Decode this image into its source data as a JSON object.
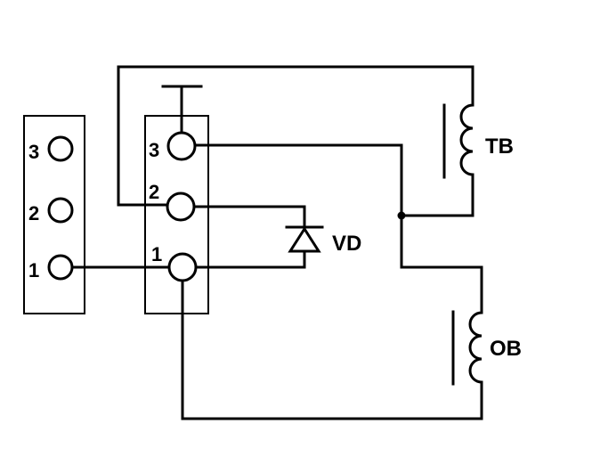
{
  "left_connector": {
    "pins": [
      "3",
      "2",
      "1"
    ]
  },
  "right_connector": {
    "pins": [
      "3",
      "2",
      "1"
    ]
  },
  "components": {
    "diode": "VD",
    "coil_top": "TB",
    "coil_bottom": "OB"
  }
}
